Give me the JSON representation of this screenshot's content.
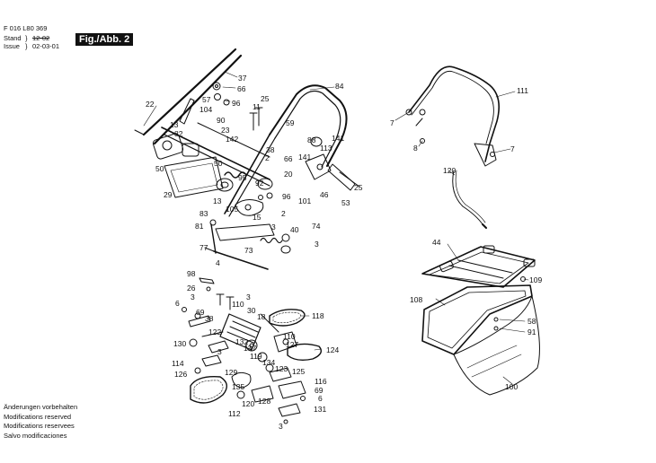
{
  "header": {
    "doc_number": "F 016 L80 369",
    "stand_label": "Stand",
    "stand_value": "12-02",
    "issue_label": "Issue",
    "issue_value": "02-03-01",
    "figure": "Fig./Abb. 2"
  },
  "footer": {
    "lines": [
      "Änderungen vorbehalten",
      "Modifications reserved",
      "Modifications reservees",
      "Salvo modificaciones"
    ]
  },
  "callouts": [
    "37",
    "66",
    "57",
    "96",
    "22",
    "104",
    "25",
    "11",
    "84",
    "111",
    "59",
    "13",
    "90",
    "82",
    "23",
    "88",
    "141",
    "142",
    "113",
    "38",
    "2",
    "7",
    "7",
    "8",
    "50",
    "66",
    "141",
    "20",
    "120",
    "50",
    "95",
    "92",
    "96",
    "101",
    "29",
    "13",
    "46",
    "25",
    "53",
    "105",
    "2",
    "83",
    "15",
    "40",
    "81",
    "3",
    "74",
    "73",
    "3",
    "77",
    "4",
    "44",
    "98",
    "26",
    "3",
    "109",
    "3",
    "110",
    "6",
    "30",
    "118",
    "69",
    "38",
    "18",
    "58",
    "108",
    "91",
    "122",
    "110",
    "130",
    "132",
    "137",
    "127",
    "124",
    "3",
    "119",
    "114",
    "134",
    "123",
    "126",
    "129",
    "125",
    "100",
    "135",
    "116",
    "69",
    "6",
    "120",
    "128",
    "112",
    "131",
    "3"
  ],
  "colors": {
    "ink": "#111111",
    "background": "#ffffff"
  }
}
